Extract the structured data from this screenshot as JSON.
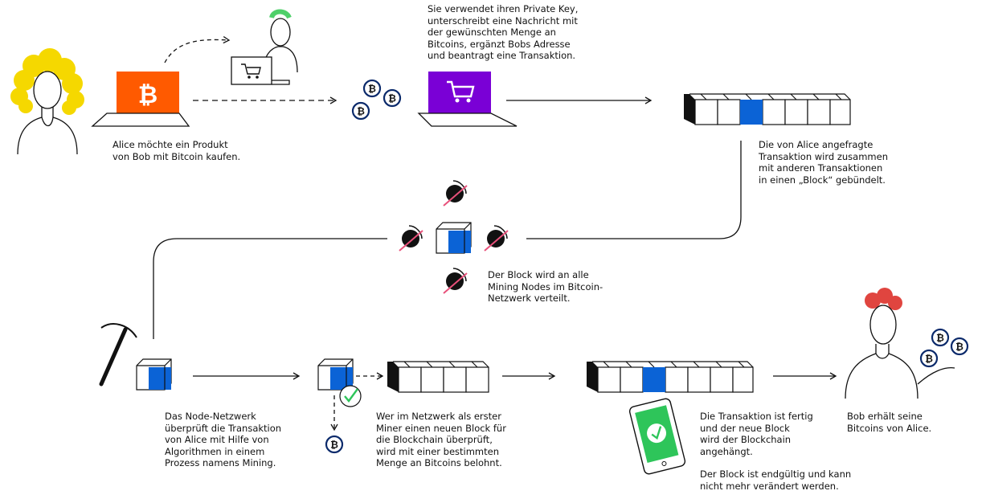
{
  "captions": {
    "alice_wants": "Alice möchte ein Produkt\nvon Bob mit Bitcoin kaufen.",
    "private_key": "Sie verwendet ihren Private Key,\nunterschreibt eine Nachricht mit\nder gewünschten Menge an\nBitcoins, ergänzt Bobs Adresse\nund beantragt eine Transaktion.",
    "bundled": "Die von Alice angefragte\nTransaktion wird zusammen\nmit anderen Transaktionen\nin einen „Block“ gebündelt.",
    "distributed": "Der Block wird an alle\nMining Nodes im Bitcoin-\nNetzwerk verteilt.",
    "node_network": "Das Node-Netzwerk\nüberprüft die Transaktion\nvon Alice mit Hilfe von\nAlgorithmen in einem\nProzess namens Mining.",
    "first_miner": "Wer im Netzwerk als erster\nMiner einen neuen Block für\ndie Blockchain überprüft,\nwird mit einer bestimmten\nMenge an Bitcoins belohnt.",
    "complete": "Die Transaktion ist fertig\nund der neue Block\nwird der Blockchain\nangehängt.",
    "final": "Der Block ist endgültig und kann\nnicht mehr verändert werden.",
    "bob_receives": "Bob erhält seine\nBitcoins von Alice."
  },
  "icons": {
    "bitcoin_symbol": "₿",
    "check_symbol": "✓"
  },
  "colors": {
    "alice_hair": "#f5d800",
    "bob_hair": "#e0453f",
    "merchant_hair": "#4fd06a",
    "laptop_orange": "#ff5a00",
    "laptop_purple": "#7a00d6",
    "block_blue": "#0b63d6",
    "check_green": "#2ec55a",
    "phone_green": "#2ec55a",
    "slash_pink": "#e8507a",
    "line": "#111111"
  }
}
